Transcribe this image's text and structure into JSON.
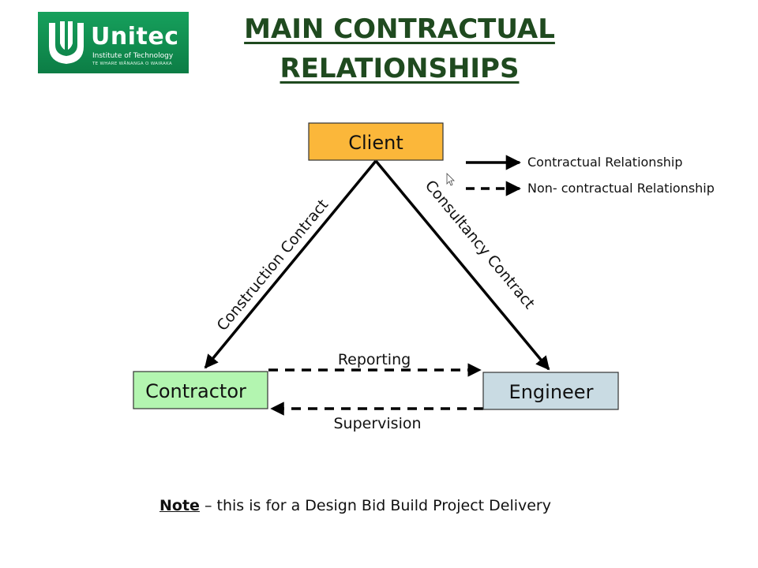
{
  "logo": {
    "name": "Unitec",
    "tagline": "Institute of Technology",
    "subtagline": "TE WHARE WĀNANGA O WAIRAKA"
  },
  "title": {
    "line1": "MAIN CONTRACTUAL",
    "line2": "RELATIONSHIPS"
  },
  "nodes": {
    "client": {
      "label": "Client",
      "color": "#fbb73a"
    },
    "contractor": {
      "label": "Contractor",
      "color": "#b3f5b0"
    },
    "engineer": {
      "label": "Engineer",
      "color": "#c9dbe3"
    }
  },
  "edges": {
    "construction": "Construction Contract",
    "consultancy": "Consultancy Contract",
    "reporting": "Reporting",
    "supervision": "Supervision"
  },
  "legend": {
    "contractual": "Contractual Relationship",
    "non_contractual": "Non- contractual Relationship"
  },
  "note": {
    "key": "Note",
    "text": " – this is for a Design Bid Build Project Delivery"
  },
  "icons": {
    "logo_mark": "unitec-u-logo-icon",
    "cursor": "mouse-cursor-icon"
  }
}
